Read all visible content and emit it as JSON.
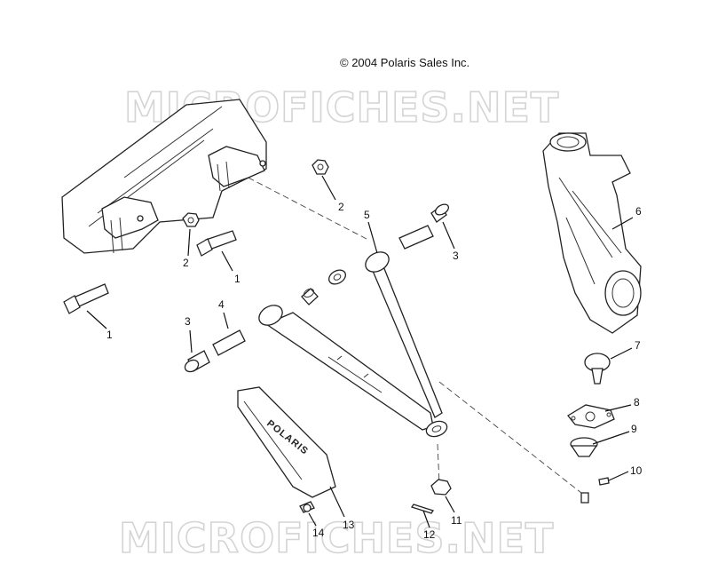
{
  "copyright": "© 2004 Polaris Sales Inc.",
  "watermark": "MICROFICHES.NET",
  "guard_brand": "POLARIS",
  "callouts": [
    "1",
    "2",
    "2",
    "1",
    "3",
    "4",
    "5",
    "3",
    "6",
    "7",
    "8",
    "9",
    "10",
    "11",
    "12",
    "13",
    "14"
  ]
}
